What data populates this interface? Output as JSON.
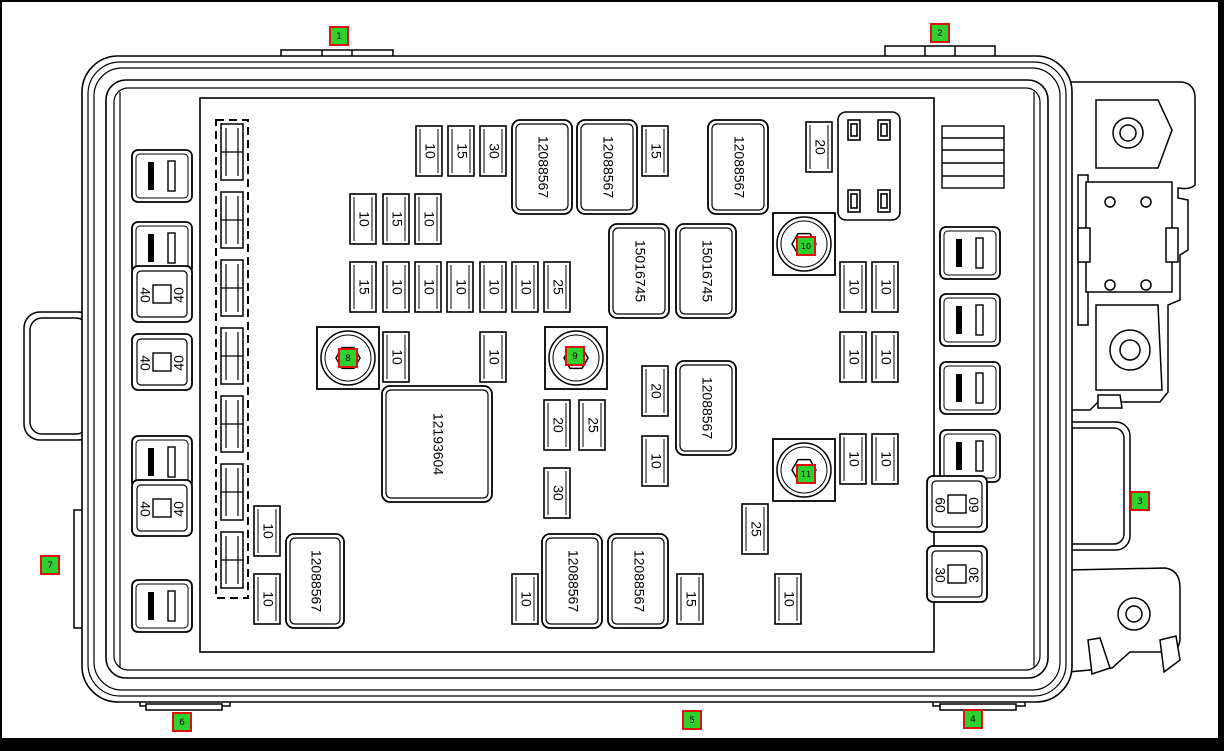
{
  "colors": {
    "frame": "#000000",
    "page": "#ffffff",
    "ink": "#000000",
    "marker_fill": "#2fd12f",
    "marker_border": "#e01010"
  },
  "markers": [
    {
      "id": "m1",
      "label": "1"
    },
    {
      "id": "m2",
      "label": "2"
    },
    {
      "id": "m3",
      "label": "3"
    },
    {
      "id": "m4",
      "label": "4"
    },
    {
      "id": "m5",
      "label": "5"
    },
    {
      "id": "m6",
      "label": "6"
    },
    {
      "id": "m7",
      "label": "7"
    },
    {
      "id": "m8",
      "label": "8"
    },
    {
      "id": "m9",
      "label": "9"
    },
    {
      "id": "m10",
      "label": "10"
    },
    {
      "id": "m11",
      "label": "11"
    }
  ],
  "relays": [
    {
      "id": "r1",
      "label": "12088567"
    },
    {
      "id": "r2",
      "label": "12088567"
    },
    {
      "id": "r3",
      "label": "12088567"
    },
    {
      "id": "r4",
      "label": "15016745"
    },
    {
      "id": "r5",
      "label": "15016745"
    },
    {
      "id": "r6",
      "label": "12193604"
    },
    {
      "id": "r7",
      "label": "12088567"
    },
    {
      "id": "r8",
      "label": "12088567"
    },
    {
      "id": "r9",
      "label": "12088567"
    },
    {
      "id": "r10",
      "label": "12088567"
    }
  ],
  "mini_fuses": [
    {
      "id": "f1",
      "label": "10"
    },
    {
      "id": "f2",
      "label": "15"
    },
    {
      "id": "f3",
      "label": "30"
    },
    {
      "id": "f4",
      "label": "15"
    },
    {
      "id": "f5",
      "label": "20"
    },
    {
      "id": "f6",
      "label": "10"
    },
    {
      "id": "f7",
      "label": "15"
    },
    {
      "id": "f8",
      "label": "10"
    },
    {
      "id": "f9",
      "label": "15"
    },
    {
      "id": "f10",
      "label": "10"
    },
    {
      "id": "f11",
      "label": "10"
    },
    {
      "id": "f12",
      "label": "10"
    },
    {
      "id": "f13",
      "label": "10"
    },
    {
      "id": "f14",
      "label": "10"
    },
    {
      "id": "f15",
      "label": "25"
    },
    {
      "id": "f16",
      "label": "10"
    },
    {
      "id": "f17",
      "label": "10"
    },
    {
      "id": "f18",
      "label": "10"
    },
    {
      "id": "f19",
      "label": "10"
    },
    {
      "id": "f20",
      "label": "10"
    },
    {
      "id": "f21",
      "label": "10"
    },
    {
      "id": "f22",
      "label": "20"
    },
    {
      "id": "f23",
      "label": "20"
    },
    {
      "id": "f24",
      "label": "25"
    },
    {
      "id": "f25",
      "label": "10"
    },
    {
      "id": "f26",
      "label": "10"
    },
    {
      "id": "f27",
      "label": "10"
    },
    {
      "id": "f28",
      "label": "30"
    },
    {
      "id": "f29",
      "label": "25"
    },
    {
      "id": "f30",
      "label": "10"
    },
    {
      "id": "f31",
      "label": "10"
    },
    {
      "id": "f32",
      "label": "10"
    },
    {
      "id": "f33",
      "label": "15"
    },
    {
      "id": "f34",
      "label": "10"
    }
  ],
  "cartridge_fuses": [
    {
      "id": "c1",
      "label": "40"
    },
    {
      "id": "c2",
      "label": "40"
    },
    {
      "id": "c3",
      "label": "40"
    },
    {
      "id": "c4",
      "label": "60"
    },
    {
      "id": "c5",
      "label": "30"
    }
  ]
}
